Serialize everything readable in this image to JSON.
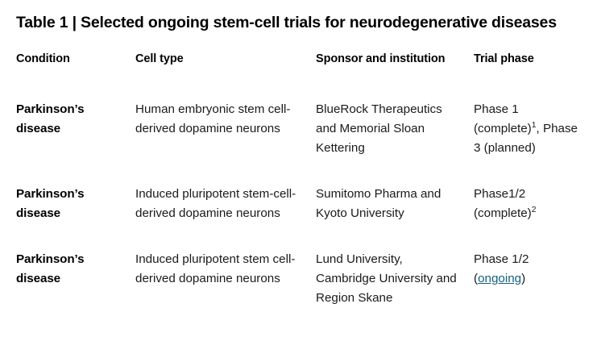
{
  "title": "Table 1 | Selected ongoing stem-cell trials for neurodegenerative diseases",
  "columns": [
    {
      "label": "Condition"
    },
    {
      "label": "Cell type"
    },
    {
      "label": "Sponsor and institution"
    },
    {
      "label": "Trial phase"
    }
  ],
  "rows": [
    {
      "condition": "Parkinson’s disease",
      "cell_type": "Human embryonic stem cell-derived dopamine neurons",
      "sponsor": "BlueRock Therapeutics and Memorial Sloan Kettering",
      "trial_phase": {
        "pre_sup": "Phase 1 (complete)",
        "sup": "1",
        "post_sup": ", Phase 3 (planned)",
        "link_text": "",
        "post_link": ""
      }
    },
    {
      "condition": "Parkinson’s disease",
      "cell_type": "Induced pluripotent stem-cell-derived dopamine neurons",
      "sponsor": "Sumitomo Pharma and Kyoto University",
      "trial_phase": {
        "pre_sup": "Phase1/2 (complete)",
        "sup": "2",
        "post_sup": "",
        "link_text": "",
        "post_link": ""
      }
    },
    {
      "condition": "Parkinson’s disease",
      "cell_type": "Induced pluripotent stem cell-derived dopamine neurons",
      "sponsor": "Lund University, Cambridge University and Region Skane",
      "trial_phase": {
        "pre_sup": "Phase 1/2 (",
        "sup": "",
        "post_sup": "",
        "link_text": "ongoing",
        "post_link": ")"
      }
    }
  ],
  "colors": {
    "text": "#1a1a1a",
    "heading": "#000000",
    "link": "#15607f",
    "background": "#ffffff"
  }
}
